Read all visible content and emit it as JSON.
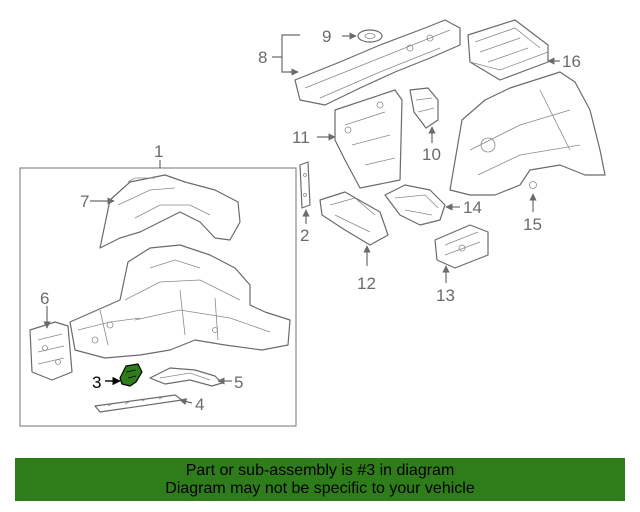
{
  "callouts": [
    "1",
    "2",
    "3",
    "4",
    "5",
    "6",
    "7",
    "8",
    "9",
    "10",
    "11",
    "12",
    "13",
    "14",
    "15",
    "16"
  ],
  "highlight_color": "#2f7d1a",
  "banner": {
    "line1": "Part or sub-assembly is #3 in diagram",
    "line2": "Diagram may not be specific to your vehicle"
  }
}
